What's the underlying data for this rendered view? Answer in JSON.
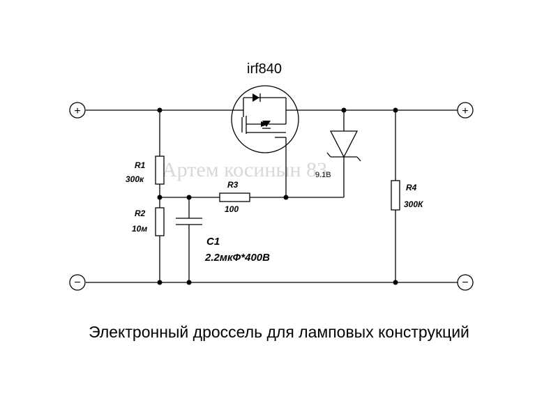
{
  "transistor": {
    "label": "irf840"
  },
  "zener": {
    "label": "9.1В"
  },
  "r1": {
    "name": "R1",
    "value": "300к"
  },
  "r2": {
    "name": "R2",
    "value": "10м"
  },
  "r3": {
    "name": "R3",
    "value": "100"
  },
  "r4": {
    "name": "R4",
    "value": "300К"
  },
  "c1": {
    "name": "C1",
    "value": "2.2мкФ*400В"
  },
  "terminals": {
    "plus": "+",
    "minus": "−"
  },
  "watermark": "Артем косинын 83",
  "caption": "Электронный дроссель для ламповых конструкций"
}
